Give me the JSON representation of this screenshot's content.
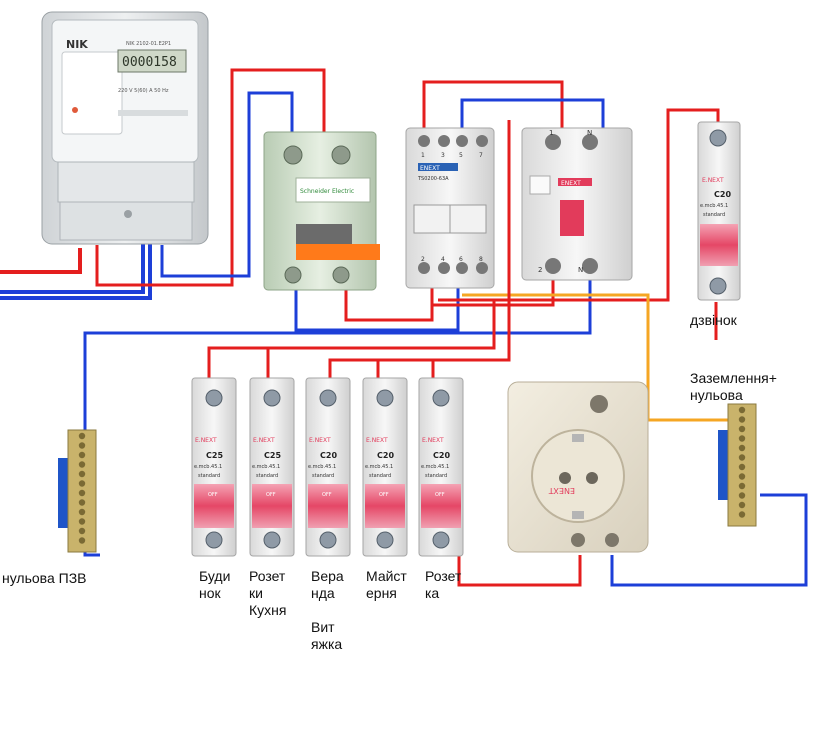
{
  "labels": {
    "zero_bus_left": "нульова ПЗВ",
    "bell": "дзвінок",
    "ground_zero": "Заземлення+\nнульова",
    "circuits": [
      {
        "name": "Буди\nнок",
        "rating": "C25"
      },
      {
        "name": "Розет\nки\nКухня",
        "rating": "C25"
      },
      {
        "name": "Вера\nнда\n\nВит\nяжка",
        "rating": "C20"
      },
      {
        "name": "Майст\nерня",
        "rating": "C20"
      },
      {
        "name": "Розет\nка",
        "rating": "C20"
      }
    ]
  },
  "devices": {
    "meter_brand": "NIK",
    "meter_model": "NIK 2102-01.E2P1",
    "meter_display": "0000158",
    "meter_spec": "220 V  5(60) A  50 Hz",
    "breaker_2p_brand": "Schneider Electric",
    "switch_brand": "ENEXT",
    "switch_model": "TS0200-63A",
    "rcd_brand": "ENEXT",
    "mcb_brand": "E.NEXT",
    "mcb_model": "e.mcb.45.1",
    "mcb_series": "standard",
    "mcb_off": "OFF",
    "bell_rating": "C20",
    "socket_brand": "ENEXT",
    "switch_terminals_top": [
      "1",
      "3",
      "5",
      "7"
    ],
    "switch_terminals_bottom": [
      "2",
      "4",
      "6",
      "8"
    ],
    "rcd_terminals_top": [
      "1",
      "N"
    ],
    "rcd_terminals_bottom": [
      "2",
      "N"
    ]
  },
  "colors": {
    "phase": "#e41e1e",
    "neutral": "#1d3fd8",
    "ground": "#f5a623"
  }
}
